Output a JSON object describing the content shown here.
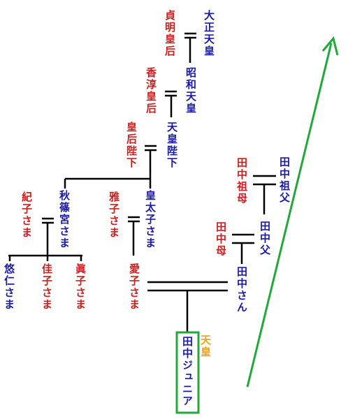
{
  "colors": {
    "male": "#1a1aa8",
    "female": "#cc1f1f",
    "title": "#f0a020",
    "arrow": "#22a83a",
    "line": "#000000"
  },
  "people": {
    "taisho": "大正天皇",
    "teimei": "貞明皇后",
    "showa": "昭和天皇",
    "kojun": "香淳皇后",
    "heika": "天皇陛下",
    "kogo": "皇后陛下",
    "akishino": "秋篠宮さま",
    "kiko": "紀子さま",
    "kotaishi": "皇太子さま",
    "masako": "雅子さま",
    "hisahito": "悠仁さま",
    "kako": "佳子さま",
    "mako": "眞子さま",
    "aiko": "愛子さま",
    "tanaka_sofu": "田中祖父",
    "tanaka_sobo": "田中祖母",
    "tanaka_chichi": "田中父",
    "tanaka_haha": "田中母",
    "tanaka_san": "田中さん",
    "tanaka_junior": "田中ジュニア",
    "tenno_title": "天皇"
  }
}
